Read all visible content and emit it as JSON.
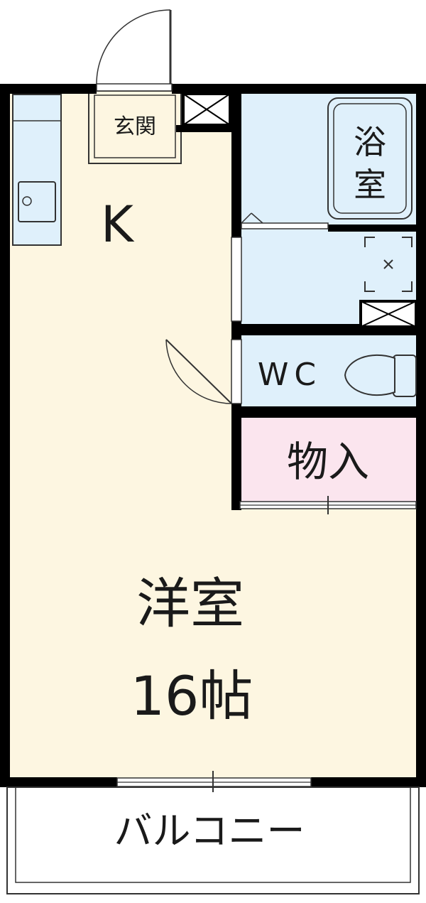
{
  "floorplan": {
    "rooms": {
      "entrance": "玄関",
      "kitchen": "K",
      "bath_line1": "浴",
      "bath_line2": "室",
      "toilet": "WC",
      "storage": "物入",
      "western_room": "洋室",
      "western_room_size": "16帖",
      "balcony": "バルコニー"
    },
    "colors": {
      "wall": "#000000",
      "living_floor": "#fdf6e1",
      "wet_area": "#dff0fb",
      "storage": "#fbe5ee",
      "balcony": "#ffffff"
    }
  }
}
